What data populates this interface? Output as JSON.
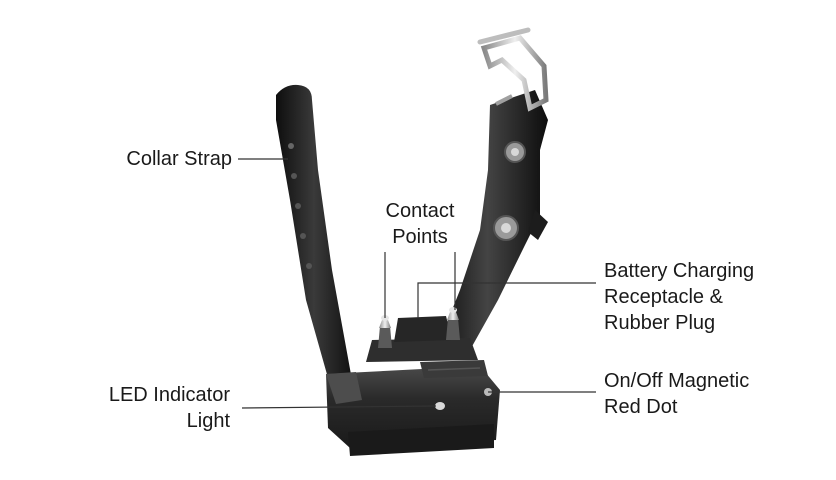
{
  "labels": {
    "collar_strap": "Collar Strap",
    "contact_points": [
      "Contact",
      "Points"
    ],
    "battery": [
      "Battery Charging",
      "Receptacle &",
      "Rubber Plug"
    ],
    "led": [
      "LED Indicator",
      "Light"
    ],
    "onoff": [
      "On/Off Magnetic",
      "Red Dot"
    ]
  },
  "colors": {
    "strap": "#1b1b1b",
    "receiver": "#2a2a2a",
    "metal": "#c9c9c9",
    "line": "#333333"
  }
}
